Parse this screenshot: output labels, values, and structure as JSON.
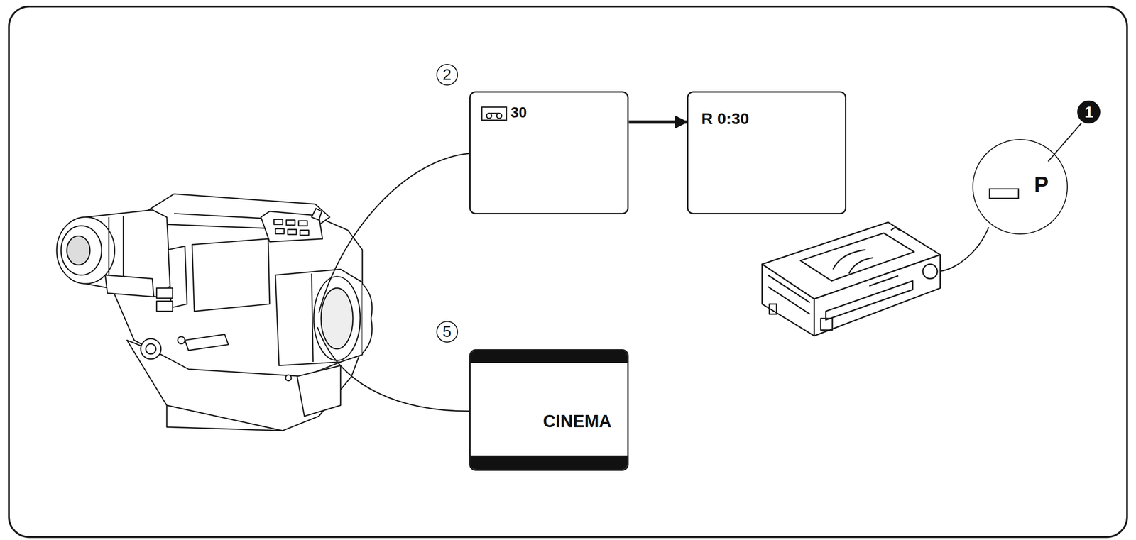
{
  "diagram": {
    "nodes": [
      {
        "text": [
          "30"
        ]
      },
      {
        "text": [
          "R 0:30"
        ]
      },
      {
        "text": [
          "CINEMA"
        ]
      },
      {
        "text": [
          "P"
        ]
      }
    ],
    "edges": [
      {
        "from": 0,
        "to": 1,
        "arrow": "to"
      }
    ],
    "labels": [
      "2",
      "5",
      "1"
    ]
  }
}
